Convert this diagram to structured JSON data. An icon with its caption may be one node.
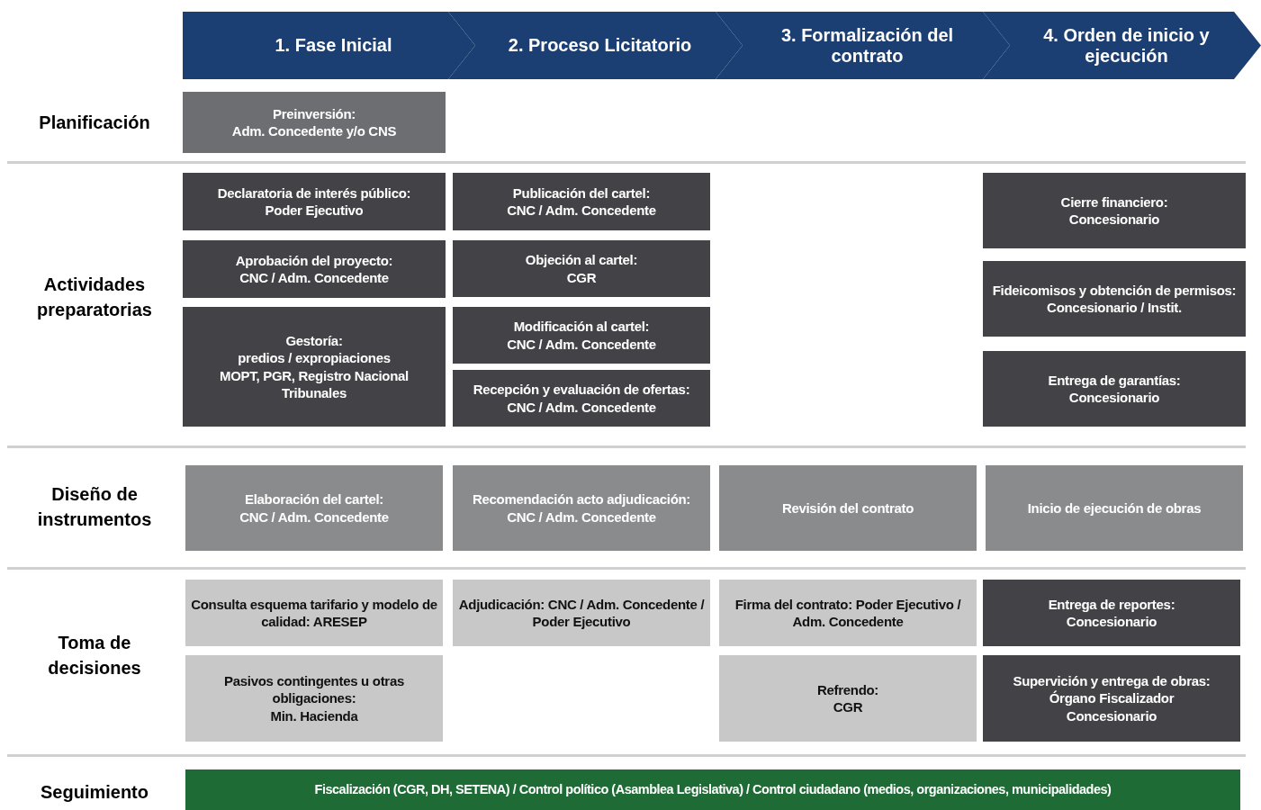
{
  "diagram": {
    "nodes": [
      {
        "text": [
          "1. Fase Inicial"
        ]
      },
      {
        "text": [
          "2. Proceso Licitatorio"
        ]
      },
      {
        "text": [
          "3. Formalización del contrato"
        ]
      },
      {
        "text": [
          "4. Orden de inicio y ejecución"
        ]
      },
      {
        "text": [
          "Preinversión:",
          "Adm. Concedente y/o CNS"
        ]
      },
      {
        "text": [
          "Declaratoria de interés público:",
          "Poder Ejecutivo"
        ]
      },
      {
        "text": [
          "Publicación del cartel:",
          "CNC / Adm. Concedente"
        ]
      },
      {
        "text": [
          "Cierre financiero:",
          "Concesionario"
        ]
      },
      {
        "text": [
          "Aprobación del proyecto:",
          "CNC / Adm. Concedente"
        ]
      },
      {
        "text": [
          "Objeción al cartel:",
          "CGR"
        ]
      },
      {
        "text": [
          "Fideicomisos y obtención de permisos:",
          "Concesionario / Instit."
        ]
      },
      {
        "text": [
          "Gestoría:",
          "predios / expropiaciones",
          "MOPT, PGR, Registro Nacional",
          "Tribunales"
        ]
      },
      {
        "text": [
          "Modificación al cartel:",
          "CNC / Adm. Concedente"
        ]
      },
      {
        "text": [
          "Entrega de garantías:",
          "Concesionario"
        ]
      },
      {
        "text": [
          "Recepción y evaluación de ofertas:",
          "CNC / Adm. Concedente"
        ]
      },
      {
        "text": [
          "Elaboración del cartel:",
          "CNC / Adm. Concedente"
        ]
      },
      {
        "text": [
          "Recomendación acto adjudicación:",
          "CNC / Adm. Concedente"
        ]
      },
      {
        "text": [
          "Revisión del contrato"
        ]
      },
      {
        "text": [
          "Inicio de ejecución de obras"
        ]
      },
      {
        "text": [
          "Consulta esquema tarifario y modelo de calidad: ARESEP"
        ]
      },
      {
        "text": [
          "Adjudicación: CNC / Adm. Concedente / Poder Ejecutivo"
        ]
      },
      {
        "text": [
          "Firma del contrato: Poder Ejecutivo / Adm. Concedente"
        ]
      },
      {
        "text": [
          "Entrega de reportes:",
          "Concesionario"
        ]
      },
      {
        "text": [
          "Pasivos contingentes u otras obligaciones:",
          "Min. Hacienda"
        ]
      },
      {
        "text": [
          "Refrendo:",
          "CGR"
        ]
      },
      {
        "text": [
          "Supervición y entrega de obras:",
          "Órgano Fiscalizador",
          "Concesionario"
        ]
      },
      {
        "text": [
          "Fiscalización (CGR, DH, SETENA) / Control político (Asamblea Legislativa) / Control ciudadano (medios, organizaciones, municipalidades)"
        ]
      }
    ],
    "labels": [
      "Planificación",
      "Actividades preparatorias",
      "Diseño de instrumentos",
      "Toma de decisiones",
      "Seguimiento"
    ]
  }
}
